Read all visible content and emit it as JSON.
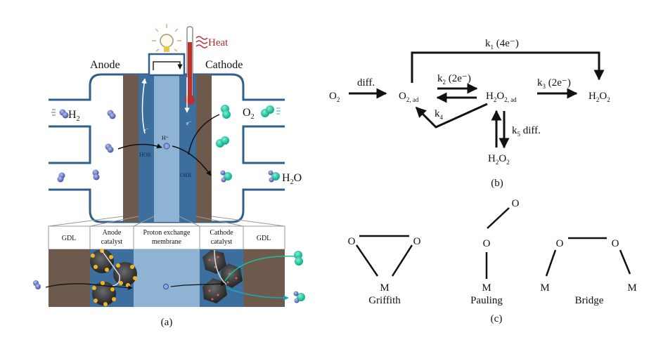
{
  "panel_a": {
    "caption": "(a)",
    "anode_label": "Anode",
    "cathode_label": "Cathode",
    "heat_label": "Heat",
    "h2_label": "H",
    "h2_sub": "2",
    "o2_label": "O",
    "o2_sub": "2",
    "h2o_label_h": "H",
    "h2o_label_sub": "2",
    "h2o_label_o": "O",
    "hor_label": "HOR",
    "orr_label": "ORR",
    "proton_label": "H⁺",
    "electron_label": "e⁻",
    "layers": [
      {
        "line1": "GDL",
        "line2": ""
      },
      {
        "line1": "Anode",
        "line2": "catalyst"
      },
      {
        "line1": "Proton exchange",
        "line2": "membrane"
      },
      {
        "line1": "Cathode",
        "line2": "catalyst"
      },
      {
        "line1": "GDL",
        "line2": ""
      }
    ],
    "colors": {
      "gdl": "#6e5a4c",
      "catalyst_layer": "#3d6f9e",
      "membrane": "#8fb3d3",
      "outline": "#2f5f8a",
      "heat": "#c0302a",
      "h2_molecule": "#5566b8",
      "o2_molecule": "#1fbf9a"
    }
  },
  "panel_b": {
    "caption": "(b)",
    "species": {
      "o2": {
        "main": "O",
        "sub": "2"
      },
      "o2_ad": {
        "main": "O",
        "sub": "2, ad"
      },
      "h2o2_ad": {
        "h": "H",
        "s1": "2",
        "o": "O",
        "s2": "2, ad"
      },
      "h2o2_product": {
        "h": "H",
        "s1": "2",
        "o": "O",
        "s2": "2"
      },
      "h2o2_bulk": {
        "h": "H",
        "s1": "2",
        "o": "O",
        "s2": "2"
      }
    },
    "rates": {
      "diff": "diff.",
      "k1": {
        "k": "k",
        "sub": "1",
        "rest": " (4e⁻)"
      },
      "k2": {
        "k": "k",
        "sub": "2",
        "rest": " (2e⁻)"
      },
      "k3": {
        "k": "k",
        "sub": "3",
        "rest": " (2e⁻)"
      },
      "k4": {
        "k": "k",
        "sub": "4",
        "rest": ""
      },
      "k5": {
        "k": "k",
        "sub": "5",
        "rest": " diff."
      }
    }
  },
  "panel_c": {
    "caption": "(c)",
    "models": [
      {
        "name": "Griffith",
        "atoms": [
          "O",
          "O",
          "M"
        ]
      },
      {
        "name": "Pauling",
        "atoms": [
          "O",
          "O",
          "M"
        ]
      },
      {
        "name": "Bridge",
        "atoms": [
          "O",
          "O",
          "M",
          "M"
        ]
      }
    ]
  }
}
